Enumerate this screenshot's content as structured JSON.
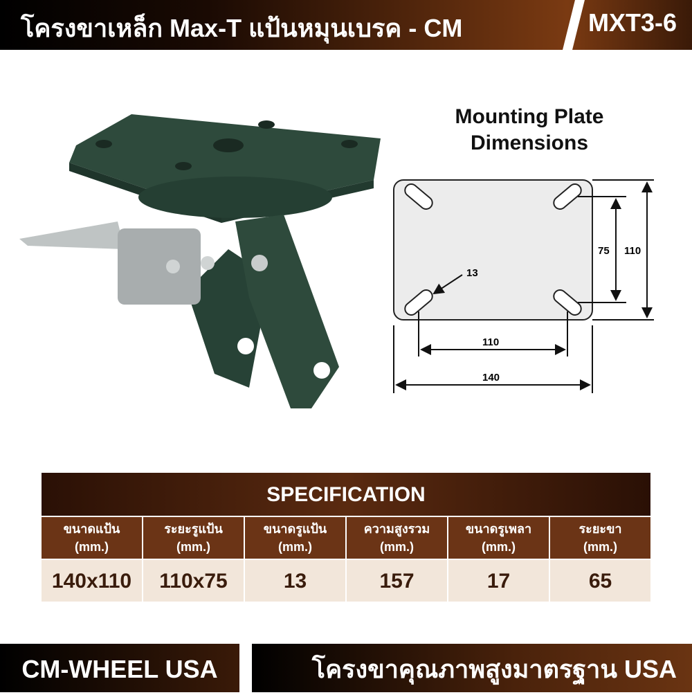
{
  "header": {
    "title": "โครงขาเหล็ก Max-T แป้นหมุนเบรค - CM",
    "model_code": "MXT3-6"
  },
  "diagram": {
    "title_line1": "Mounting Plate",
    "title_line2": "Dimensions",
    "hole_size": "13",
    "inner_height": "75",
    "outer_height": "110",
    "inner_width": "110",
    "outer_width": "140"
  },
  "spec": {
    "title": "SPECIFICATION",
    "columns": [
      {
        "label": "ขนาดแป้น",
        "unit": "(mm.)",
        "value": "140x110"
      },
      {
        "label": "ระยะรูแป้น",
        "unit": "(mm.)",
        "value": "110x75"
      },
      {
        "label": "ขนาดรูแป้น",
        "unit": "(mm.)",
        "value": "13"
      },
      {
        "label": "ความสูงรวม",
        "unit": "(mm.)",
        "value": "157"
      },
      {
        "label": "ขนาดรูเพลา",
        "unit": "(mm.)",
        "value": "17"
      },
      {
        "label": "ระยะขา",
        "unit": "(mm.)",
        "value": "65"
      }
    ]
  },
  "footer": {
    "brand": "CM-WHEEL USA",
    "tagline": "โครงขาคุณภาพสูงมาตรฐาน USA"
  }
}
